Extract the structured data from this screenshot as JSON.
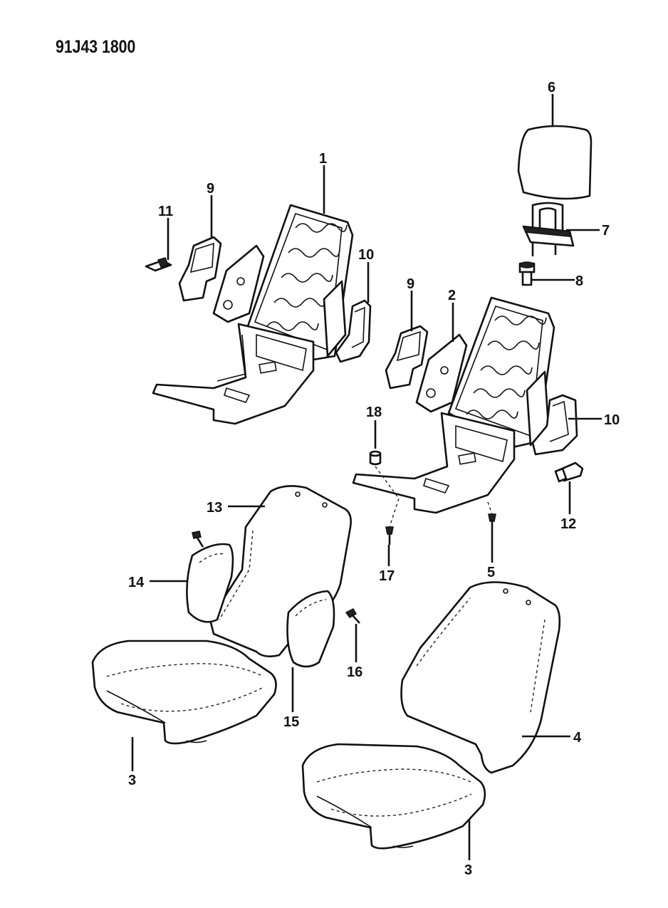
{
  "diagram": {
    "code": "91J43 1800",
    "callouts": [
      {
        "id": "c1",
        "label": "1"
      },
      {
        "id": "c2",
        "label": "2"
      },
      {
        "id": "c3a",
        "label": "3"
      },
      {
        "id": "c3b",
        "label": "3"
      },
      {
        "id": "c4",
        "label": "4"
      },
      {
        "id": "c5",
        "label": "5"
      },
      {
        "id": "c6",
        "label": "6"
      },
      {
        "id": "c7",
        "label": "7"
      },
      {
        "id": "c8",
        "label": "8"
      },
      {
        "id": "c9a",
        "label": "9"
      },
      {
        "id": "c9b",
        "label": "9"
      },
      {
        "id": "c10a",
        "label": "10"
      },
      {
        "id": "c10b",
        "label": "10"
      },
      {
        "id": "c11",
        "label": "11"
      },
      {
        "id": "c12",
        "label": "12"
      },
      {
        "id": "c13",
        "label": "13"
      },
      {
        "id": "c14",
        "label": "14"
      },
      {
        "id": "c15",
        "label": "15"
      },
      {
        "id": "c16",
        "label": "16"
      },
      {
        "id": "c17",
        "label": "17"
      },
      {
        "id": "c18",
        "label": "18"
      }
    ]
  }
}
